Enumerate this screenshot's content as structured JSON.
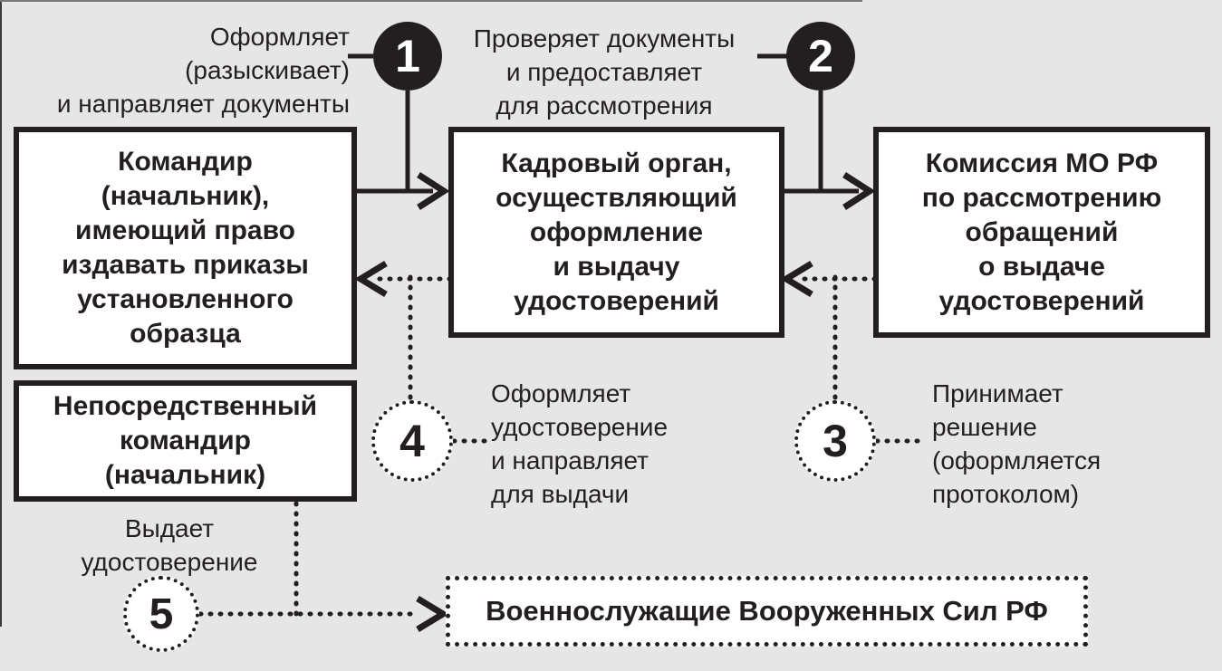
{
  "canvas": {
    "background": "#e7e6e6",
    "ink": "#231f20",
    "box_fill": "#ffffff"
  },
  "nodes": {
    "commander": "Командир\n(начальник),\nимеющий право\nиздавать приказы\nустановленного\nобразца",
    "hr_organ": "Кадровый орган,\nосуществляющий\nоформление\nи выдачу\nудостоверений",
    "commission": "Комиссия МО РФ\nпо рассмотрению\nобращений\nо выдаче\nудостоверений",
    "direct_commander": "Непосредственный\nкомандир\n(начальник)",
    "servicemen": "Военнослужащие Вооруженных Сил РФ"
  },
  "steps": {
    "s1": {
      "number": "1",
      "note": "Оформляет\n(разыскивает)\nи направляет документы"
    },
    "s2": {
      "number": "2",
      "note": "Проверяет документы\nи предоставляет\nдля рассмотрения"
    },
    "s3": {
      "number": "3",
      "note": "Принимает\nрешение\n(оформляется\nпротоколом)"
    },
    "s4": {
      "number": "4",
      "note": "Оформляет\nудостоверение\nи направляет\nдля выдачи"
    },
    "s5": {
      "number": "5",
      "note": "Выдает\nудостоверение"
    }
  }
}
